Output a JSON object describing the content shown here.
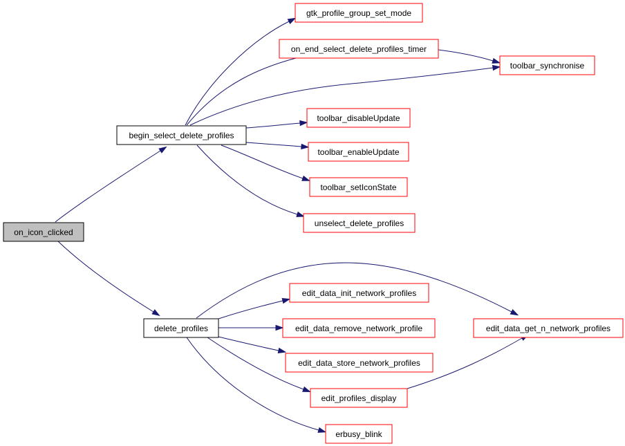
{
  "colors": {
    "edge": "#191970",
    "root_fill": "#bfbfbf",
    "root_border": "#000000",
    "internal_border": "#000000",
    "external_border": "#ff0000",
    "node_fill": "#ffffff"
  },
  "nodes": {
    "on_icon_clicked": {
      "label": "on_icon_clicked",
      "kind": "root"
    },
    "begin_select_delete_profiles": {
      "label": "begin_select_delete_profiles",
      "kind": "internal"
    },
    "delete_profiles": {
      "label": "delete_profiles",
      "kind": "internal"
    },
    "gtk_profile_group_set_mode": {
      "label": "gtk_profile_group_set_mode",
      "kind": "external"
    },
    "on_end_select_delete_profiles_timer": {
      "label": "on_end_select_delete_profiles_timer",
      "kind": "external"
    },
    "toolbar_synchronise": {
      "label": "toolbar_synchronise",
      "kind": "external"
    },
    "toolbar_disableUpdate": {
      "label": "toolbar_disableUpdate",
      "kind": "external"
    },
    "toolbar_enableUpdate": {
      "label": "toolbar_enableUpdate",
      "kind": "external"
    },
    "toolbar_setIconState": {
      "label": "toolbar_setIconState",
      "kind": "external"
    },
    "unselect_delete_profiles": {
      "label": "unselect_delete_profiles",
      "kind": "external"
    },
    "edit_data_init_network_profiles": {
      "label": "edit_data_init_network_profiles",
      "kind": "external"
    },
    "edit_data_remove_network_profile": {
      "label": "edit_data_remove_network_profile",
      "kind": "external"
    },
    "edit_data_store_network_profiles": {
      "label": "edit_data_store_network_profiles",
      "kind": "external"
    },
    "edit_profiles_display": {
      "label": "edit_profiles_display",
      "kind": "external"
    },
    "erbusy_blink": {
      "label": "erbusy_blink",
      "kind": "external"
    },
    "edit_data_get_n_network_profiles": {
      "label": "edit_data_get_n_network_profiles",
      "kind": "external"
    }
  },
  "edges": [
    {
      "from": "on_icon_clicked",
      "to": "begin_select_delete_profiles"
    },
    {
      "from": "on_icon_clicked",
      "to": "delete_profiles"
    },
    {
      "from": "begin_select_delete_profiles",
      "to": "gtk_profile_group_set_mode"
    },
    {
      "from": "begin_select_delete_profiles",
      "to": "on_end_select_delete_profiles_timer"
    },
    {
      "from": "begin_select_delete_profiles",
      "to": "toolbar_synchronise"
    },
    {
      "from": "begin_select_delete_profiles",
      "to": "toolbar_disableUpdate"
    },
    {
      "from": "begin_select_delete_profiles",
      "to": "toolbar_enableUpdate"
    },
    {
      "from": "begin_select_delete_profiles",
      "to": "toolbar_setIconState"
    },
    {
      "from": "begin_select_delete_profiles",
      "to": "unselect_delete_profiles"
    },
    {
      "from": "on_end_select_delete_profiles_timer",
      "to": "toolbar_synchronise"
    },
    {
      "from": "delete_profiles",
      "to": "edit_data_get_n_network_profiles"
    },
    {
      "from": "delete_profiles",
      "to": "edit_data_init_network_profiles"
    },
    {
      "from": "delete_profiles",
      "to": "edit_data_remove_network_profile"
    },
    {
      "from": "delete_profiles",
      "to": "edit_data_store_network_profiles"
    },
    {
      "from": "delete_profiles",
      "to": "edit_profiles_display"
    },
    {
      "from": "delete_profiles",
      "to": "erbusy_blink"
    },
    {
      "from": "edit_profiles_display",
      "to": "edit_data_get_n_network_profiles"
    }
  ]
}
